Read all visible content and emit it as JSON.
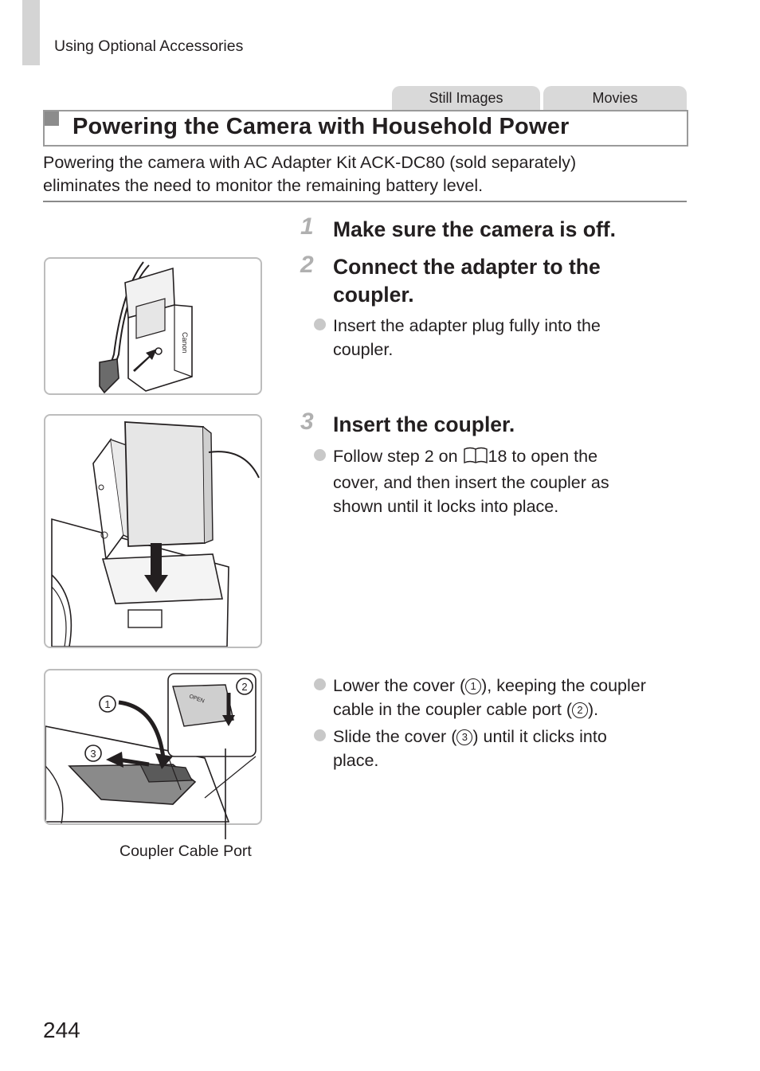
{
  "header": {
    "running_head": "Using Optional Accessories"
  },
  "tabs": {
    "still": "Still Images",
    "movies": "Movies"
  },
  "section": {
    "title": "Powering the Camera with Household Power",
    "intro_line1": "Powering the camera with AC Adapter Kit ACK-DC80 (sold separately)",
    "intro_line2": "eliminates the need to monitor the remaining battery level."
  },
  "steps": [
    {
      "number": "1",
      "title": "Make sure the camera is off."
    },
    {
      "number": "2",
      "title_line1": "Connect the adapter to the",
      "title_line2": "coupler.",
      "bullet_line1": "Insert the adapter plug fully into the",
      "bullet_line2": "coupler."
    },
    {
      "number": "3",
      "title": "Insert the coupler.",
      "bullet_a": "Follow step 2 on ",
      "bullet_ref": "18",
      "bullet_b": " to open the",
      "bullet_line2": "cover, and then insert the coupler as",
      "bullet_line3": "shown until it locks into place."
    }
  ],
  "lower_bullets": {
    "b1_pre": "Lower the cover (",
    "b1_num": "1",
    "b1_post": "), keeping the coupler",
    "b1_line2_pre": "cable in the coupler cable port (",
    "b1_num2": "2",
    "b1_line2_post": ").",
    "b2_pre": "Slide the cover (",
    "b2_num": "3",
    "b2_post": ") until it clicks into",
    "b2_line2": "place."
  },
  "figure3": {
    "callout1": "1",
    "callout2": "2",
    "callout3": "3",
    "logo_text": "Canon",
    "port_text": "OPEN"
  },
  "caption": "Coupler Cable Port",
  "page_number": "244"
}
